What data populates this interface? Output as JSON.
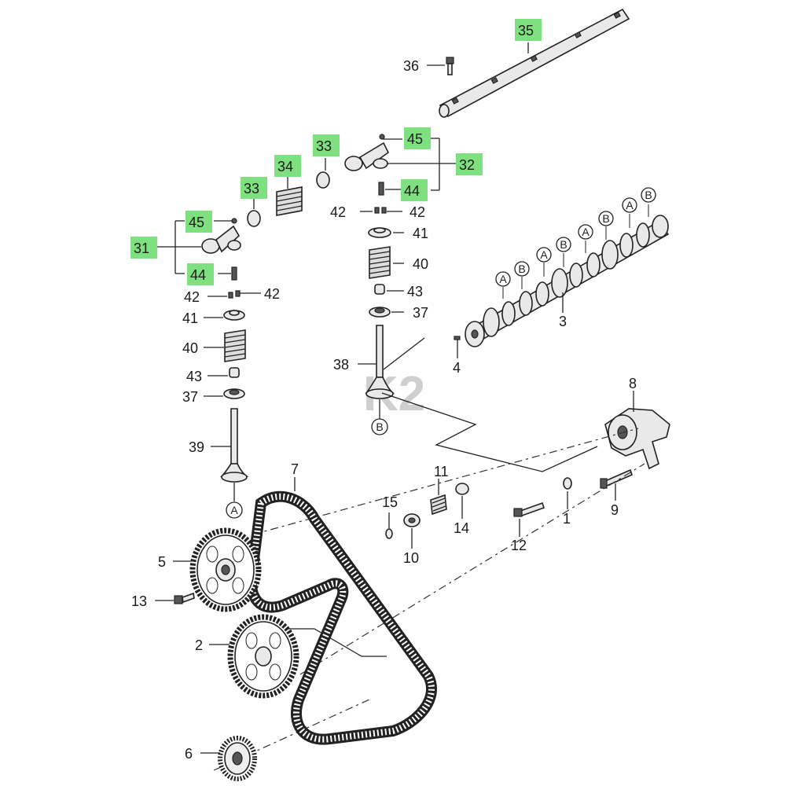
{
  "watermark": "K2",
  "letters": {
    "a": "A",
    "b": "B"
  },
  "labels": {
    "p1": "1",
    "p2": "2",
    "p3": "3",
    "p4": "4",
    "p5": "5",
    "p6": "6",
    "p7": "7",
    "p8": "8",
    "p9": "9",
    "p10": "10",
    "p11": "11",
    "p12": "12",
    "p13": "13",
    "p14": "14",
    "p15": "15",
    "p31": "31",
    "p32": "32",
    "p33": "33",
    "p34": "34",
    "p35": "35",
    "p36": "36",
    "p37": "37",
    "p38": "38",
    "p39": "39",
    "p40": "40",
    "p41": "41",
    "p42": "42",
    "p43": "43",
    "p44": "44",
    "p45": "45"
  },
  "highlight_color": "#7ee07e",
  "highlighted_parts": [
    "31",
    "32",
    "33",
    "34",
    "35",
    "44",
    "45"
  ]
}
